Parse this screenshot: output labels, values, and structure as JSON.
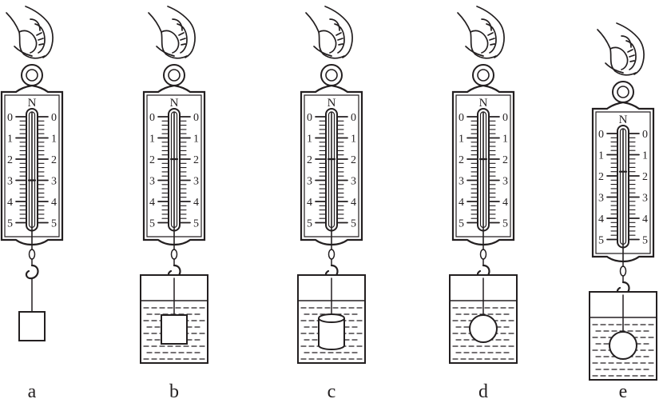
{
  "figure": {
    "unit": "N",
    "scale_labels": [
      "0",
      "1",
      "2",
      "3",
      "4",
      "5"
    ],
    "colors": {
      "ink": "#231f20",
      "paper": "#ffffff"
    },
    "panels": [
      {
        "label": "a",
        "reading": 3.0,
        "object": "cube",
        "object_submerged": false,
        "beaker": false
      },
      {
        "label": "b",
        "reading": 2.0,
        "object": "cube",
        "object_submerged": true,
        "beaker": true
      },
      {
        "label": "c",
        "reading": 2.0,
        "object": "cylinder",
        "object_submerged": true,
        "beaker": true
      },
      {
        "label": "d",
        "reading": 2.0,
        "object": "sphere",
        "object_submerged": true,
        "beaker": true
      },
      {
        "label": "e",
        "reading": 1.8,
        "object": "sphere",
        "object_submerged": true,
        "beaker": true
      }
    ]
  }
}
